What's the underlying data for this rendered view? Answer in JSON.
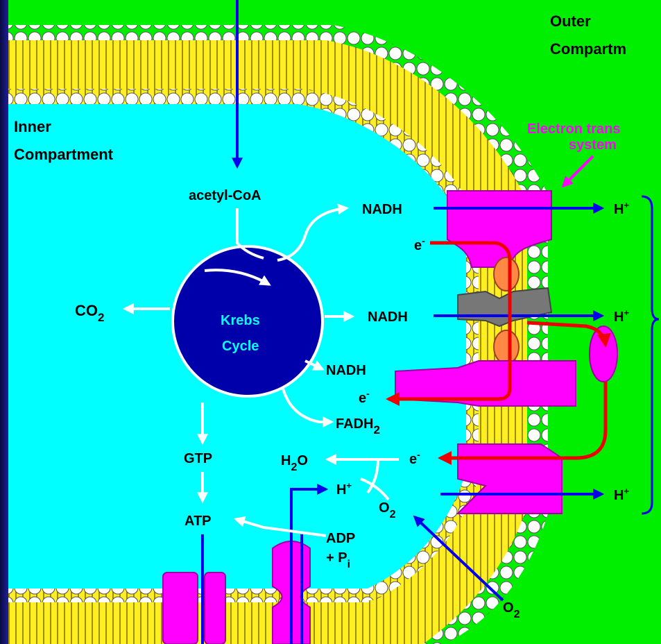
{
  "labels": {
    "outer": "Outer",
    "outer2": "Compartm",
    "inner": "Inner",
    "inner2": "Compartment",
    "ets1": "Electron trans",
    "ets2": "system",
    "acetyl": "acetyl-CoA",
    "krebs1": "Krebs",
    "krebs2": "Cycle",
    "co2": "CO",
    "co2_sub": "2",
    "nadh": "NADH",
    "fadh": "FADH",
    "fadh_sub": "2",
    "gtp": "GTP",
    "atp": "ATP",
    "h2o_h": "H",
    "h2o_sub": "2",
    "h2o_o": "O",
    "o2": "O",
    "o2_sub": "2",
    "adp": "ADP",
    "pi_plus": "+ P",
    "pi_sub": "i",
    "e": "e",
    "e_sup": "-",
    "h": "H",
    "h_sup": "+"
  },
  "colors": {
    "outer_bg": "#00ee00",
    "inner_bg": "#00ffff",
    "membrane_core": "#ffee22",
    "heads": "#ffffff",
    "protein": "#ff00ff",
    "gray_protein": "#777777",
    "orange_protein": "#ff8844",
    "krebs": "#0000aa",
    "electron": "#ee0000",
    "proton": "#0000ee"
  }
}
